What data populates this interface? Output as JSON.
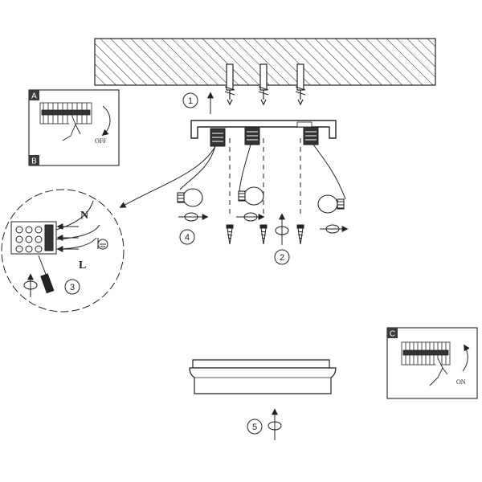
{
  "panels": {
    "a": {
      "letter": "A",
      "state": "OFF"
    },
    "b": {
      "letter": "B"
    },
    "c": {
      "letter": "C",
      "state": "ON"
    }
  },
  "wiring": {
    "neutral": "N",
    "live": "L"
  },
  "steps": {
    "s1": "1",
    "s2": "2",
    "s3": "3",
    "s4": "4",
    "s5": "5"
  },
  "colors": {
    "ink": "#1a1a1a",
    "fill": "#ffffff",
    "panel_tag": "#3a3a3a"
  }
}
